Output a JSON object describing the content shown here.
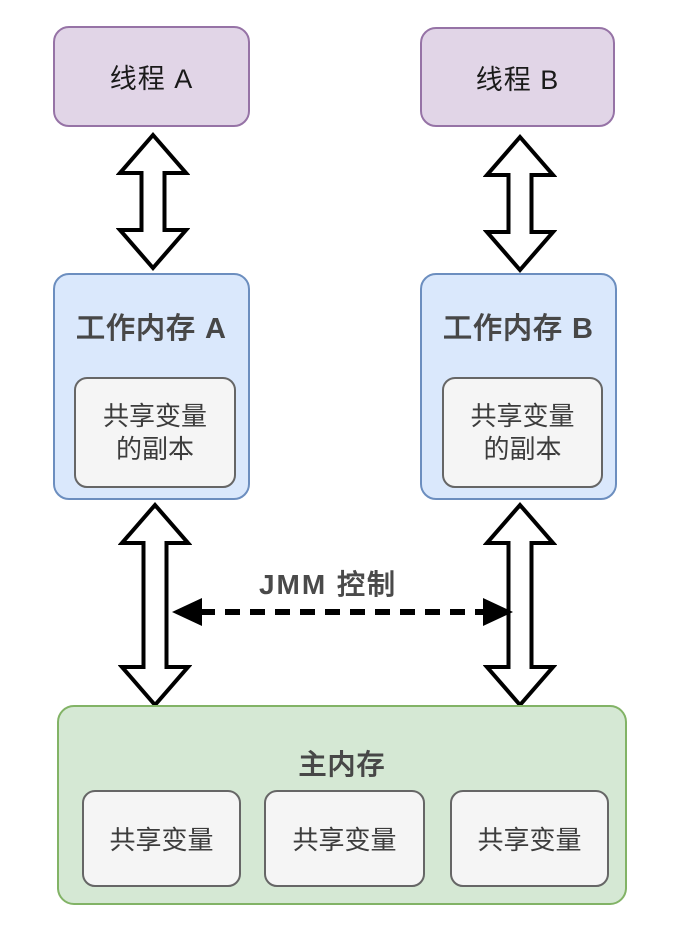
{
  "diagram": {
    "thread_a": {
      "label": "线程 A"
    },
    "thread_b": {
      "label": "线程 B"
    },
    "working_memory_a": {
      "title": "工作内存 A",
      "copy_label": "共享变量\n的副本"
    },
    "working_memory_b": {
      "title": "工作内存 B",
      "copy_label": "共享变量\n的副本"
    },
    "jmm_control_label": "JMM 控制",
    "main_memory": {
      "title": "主内存",
      "variables": [
        "共享变量",
        "共享变量",
        "共享变量"
      ]
    },
    "colors": {
      "thread_fill": "#E1D5E7",
      "thread_border": "#9673A6",
      "working_memory_fill": "#DAE8FC",
      "working_memory_border": "#6C8EBF",
      "main_memory_fill": "#D5E8D4",
      "main_memory_border": "#82B366",
      "variable_fill": "#F5F5F5",
      "variable_border": "#666666",
      "arrow_stroke": "#000000"
    }
  }
}
